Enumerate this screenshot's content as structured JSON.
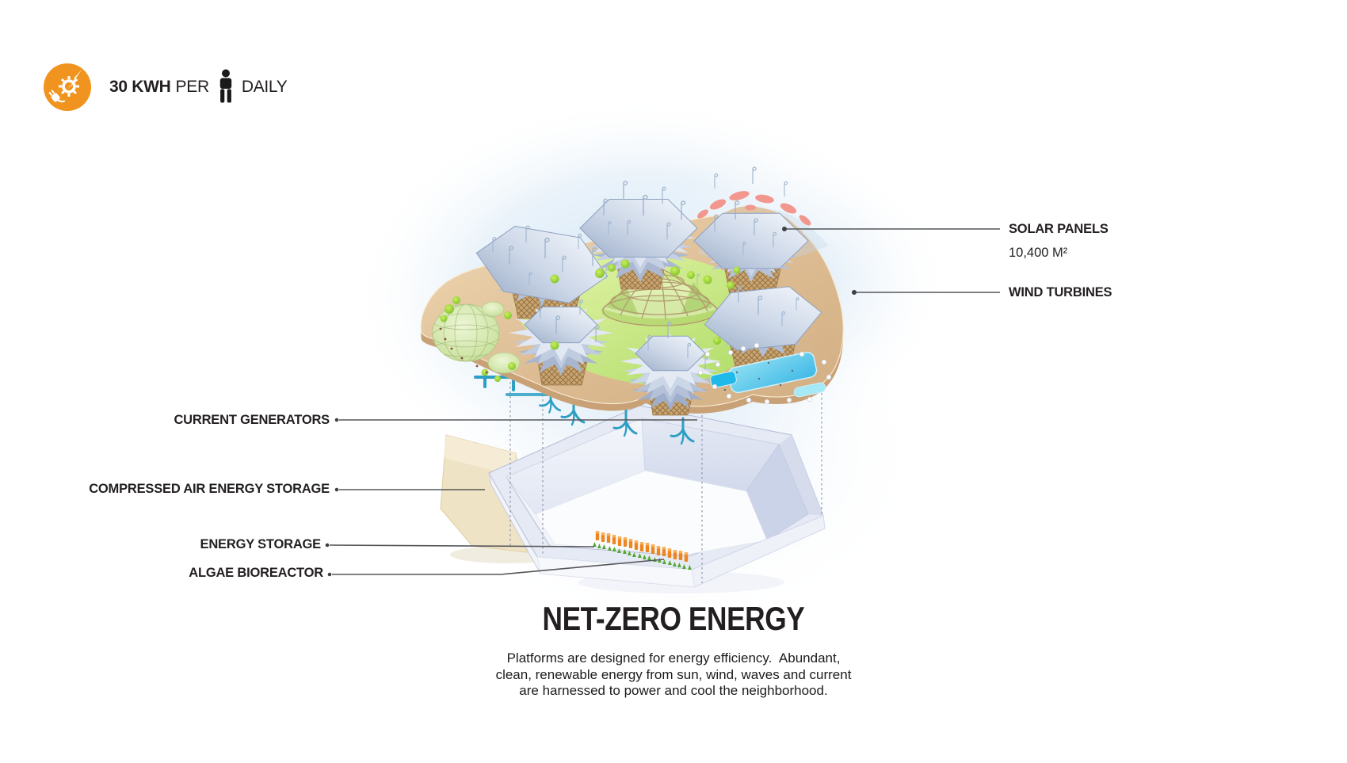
{
  "badge": {
    "icon": "energy-sun-plug-icon",
    "person_icon": "person-icon",
    "value": "30 KWH",
    "per_label": "PER",
    "daily_label": "DAILY",
    "circle_color": "#F0941F"
  },
  "callouts": {
    "solar_panels": {
      "label": "SOLAR PANELS",
      "detail": "10,400 M²"
    },
    "wind_turbines": {
      "label": "WIND TURBINES"
    },
    "current_generators": {
      "label": "CURRENT GENERATORS"
    },
    "compressed_air": {
      "label": "COMPRESSED AIR ENERGY STORAGE"
    },
    "energy_storage": {
      "label": "ENERGY STORAGE"
    },
    "algae_bioreactor": {
      "label": "ALGAE BIOREACTOR"
    }
  },
  "heading": {
    "title": "NET-ZERO ENERGY"
  },
  "description": {
    "line1": "Platforms are designed for energy efficiency.  Abundant,",
    "line2": "clean, renewable energy from sun, wind, waves and current",
    "line3": "are harnessed to power and cool the neighborhood."
  },
  "diagram": {
    "subject": "floating neighborhood platform exploded view",
    "component_icons": [
      "solar-panel-cluster-icon",
      "wind-turbine-icon",
      "current-generator-icon",
      "compressed-air-tank-icon",
      "battery-row-icon",
      "algae-row-icon",
      "hull-basin-icon",
      "wireframe-dome-icon",
      "biodome-icon",
      "pool-deck-icon"
    ],
    "colors": {
      "accent_orange": "#F0941F",
      "text": "#231F20",
      "leader_line": "#55565A",
      "sand": "#DDBC93",
      "lawn": "#BCE272",
      "tree": "#A2DB33",
      "solar_panel": "#E8EDF6",
      "wood_lattice": "#C49A66",
      "pool_blue": "#3FB8E6",
      "pink_canopy": "#F2978E",
      "generator_teal": "#2E9FC4",
      "hull_pale": "#E6EAF5",
      "battery_orange": "#EE8620",
      "algae_green": "#55A631",
      "glow_blue": "#CFE4F4"
    }
  }
}
